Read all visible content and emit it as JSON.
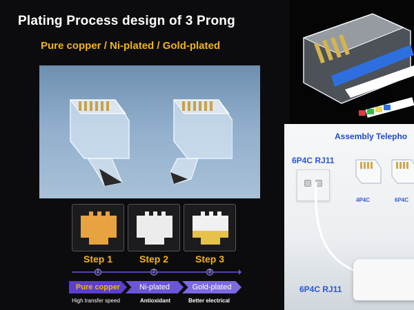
{
  "header": {
    "title": "Plating Process  design of 3 Prong",
    "subtitle": "Pure copper / Ni-plated / Gold-plated"
  },
  "steps": [
    {
      "label": "Step 1",
      "number": "1",
      "material": "Pure copper",
      "description": "High transfer speed",
      "color": "#e6a33f"
    },
    {
      "label": "Step 2",
      "number": "2",
      "material": "Ni-plated",
      "description": "Antioxidant",
      "color": "#e8e8e8"
    },
    {
      "label": "Step 3",
      "number": "3",
      "material": "Gold-plated",
      "description": "Better electrical",
      "color": "#e7c24a"
    }
  ],
  "assembly": {
    "heading": "Assembly Telepho",
    "rj_top": "6P4C RJ11",
    "rj_bottom": "6P4C RJ11",
    "connectors": [
      "4P4C",
      "6P4C"
    ]
  },
  "colors": {
    "accent": "#f2b418",
    "timeline_purple": "#6c55d8",
    "assembly_blue": "#2a55d6"
  }
}
